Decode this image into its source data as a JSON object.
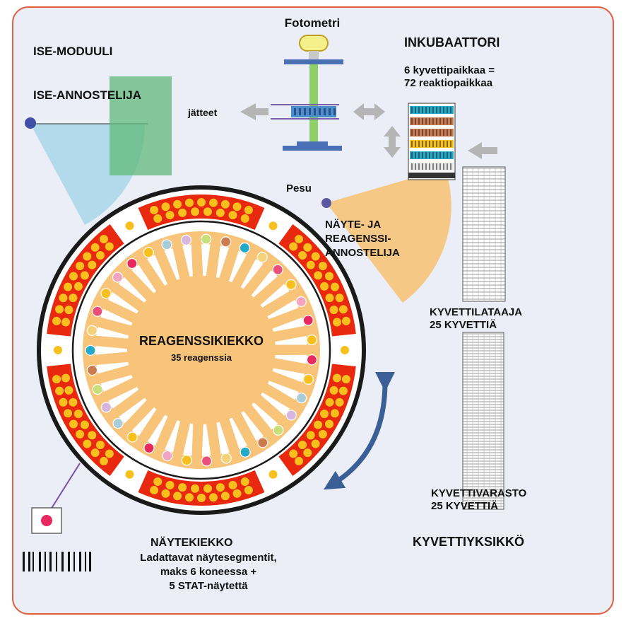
{
  "labels": {
    "fotometri": "Fotometri",
    "ise_moduuli": "ISE-MODUULI",
    "ise_annostelija": "ISE-ANNOSTELIJA",
    "jatteet": "jätteet",
    "inkubaattori": "INKUBAATTORI",
    "inkubaattori_line1": "6 kyvettipaikkaa =",
    "inkubaattori_line2": "72 reaktiopaikkaa",
    "pesu": "Pesu",
    "annostelija_line1": "NÄYTE- JA",
    "annostelija_line2": "REAGENSSI-",
    "annostelija_line3": "ANNOSTELIJA",
    "reagenssikiekko": "REAGENSSIKIEKKO",
    "reagenssit": "35 reagenssia",
    "kyvettilataaja_line1": "KYVETTILATAAJA",
    "kyvettilataaja_line2": "25 KYVETTIÄ",
    "kyvettivarasto_line1": "KYVETTIVARASTO",
    "kyvettivarasto_line2": "25 KYVETTIÄ",
    "kyvettiyksikko": "KYVETTIYKSIKKÖ",
    "naytekiekko": "NÄYTEKIEKKO",
    "naytekiekko_line1": "Ladattavat näytesegmentit,",
    "naytekiekko_line2": "maks 6 koneessa +",
    "naytekiekko_line3": "5 STAT-näytettä"
  },
  "counts": {
    "reagents": 35,
    "cuvette_positions": 6,
    "reaction_positions": 72,
    "sample_segments": 6,
    "stat_samples": 5
  },
  "colors": {
    "frame": "#e06040",
    "background": "#eceef7",
    "disk_orange": "#f7c47a",
    "segment_red": "#e8290f",
    "sample_yellow": "#f7c01c",
    "ise_blue": "#a9d6e8",
    "ise_green": "#5fb87a",
    "arrow_blue": "#3a5f97",
    "arrow_gray": "#b5b5b5"
  },
  "icons": {
    "barcode": "barcode-icon",
    "sample_tube": "sample-tube-icon",
    "rotation_arrow": "rotation-arrow-icon"
  }
}
